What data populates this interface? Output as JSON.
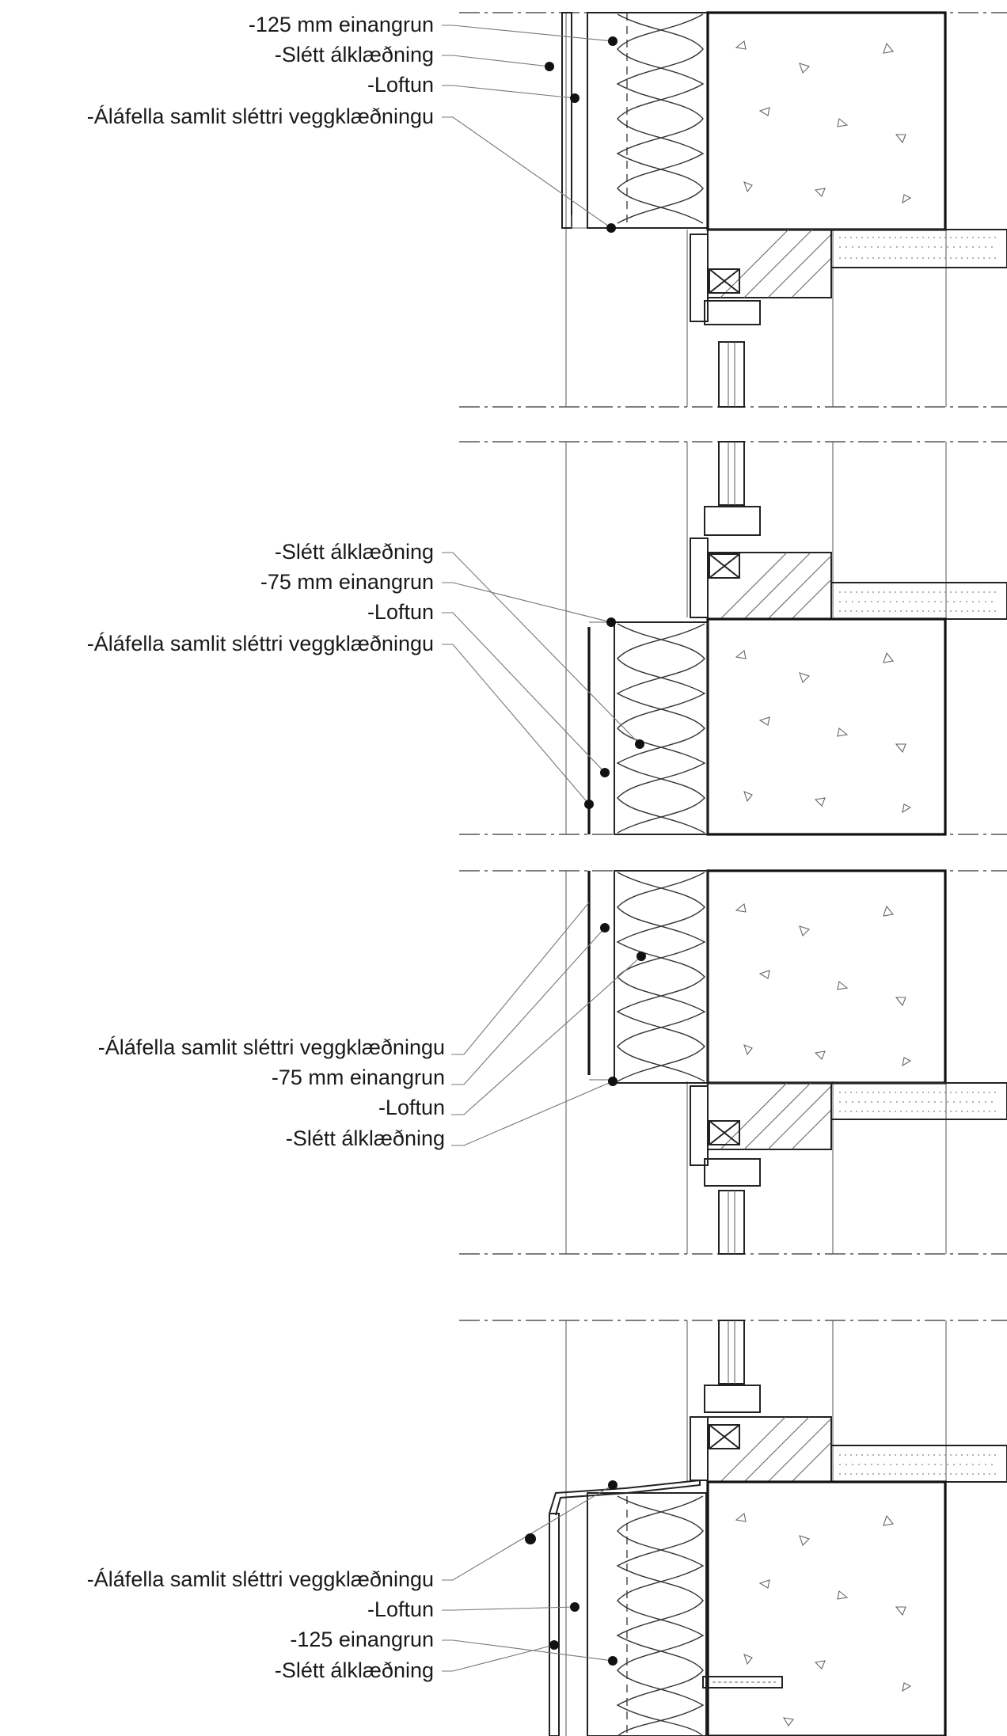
{
  "details": [
    {
      "id": "detail-1",
      "labels": [
        "-125 mm einangrun",
        "-Slétt álklæðning",
        "-Loftun",
        "-Áláfella samlit sléttri veggklæðningu"
      ]
    },
    {
      "id": "detail-2",
      "labels": [
        "-Slétt álklæðning",
        "-75 mm einangrun",
        "-Loftun",
        "-Áláfella samlit sléttri veggklæðningu"
      ]
    },
    {
      "id": "detail-3",
      "labels": [
        "-Áláfella samlit sléttri veggklæðningu",
        "-75 mm einangrun",
        "-Loftun",
        "-Slétt álklæðning"
      ]
    },
    {
      "id": "detail-4",
      "labels": [
        "-Áláfella samlit sléttri veggklæðningu",
        "-Loftun",
        "-125 einangrun",
        "-Slétt álklæðning"
      ]
    }
  ]
}
